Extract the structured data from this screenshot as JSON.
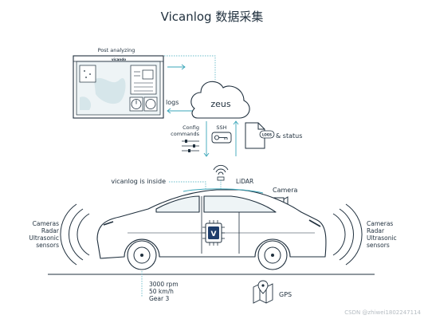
{
  "title": "Vicanlog 数据采集",
  "monitor": {
    "caption": "Post analyzing",
    "brand": "vicando"
  },
  "cloud": {
    "label": "zeus"
  },
  "links": {
    "logs": "logs",
    "config_line1": "Config",
    "config_line2": "commands",
    "ssh": "SSH",
    "logs_status": "& status",
    "logs_badge": "LOGS"
  },
  "car": {
    "inside_label": "vicanlog is inside",
    "lidar": "LiDAR",
    "camera": "Camera",
    "chip_letter": "V",
    "left_sensors": [
      "Cameras",
      "Radar",
      "Ultrasonic",
      "sensors"
    ],
    "right_sensors": [
      "Cameras",
      "Radar",
      "Ultrasonic",
      "sensors"
    ]
  },
  "telemetry": {
    "lines": [
      "3000 rpm",
      "50 km/h",
      "Gear 3"
    ]
  },
  "gps": {
    "label": "GPS"
  },
  "watermark": "CSDN @zhiwei1802247114",
  "colors": {
    "ink": "#1f2f3d",
    "accent": "#3aa6b9",
    "chip": "#1e3d6b",
    "panel": "#eef4f6"
  }
}
